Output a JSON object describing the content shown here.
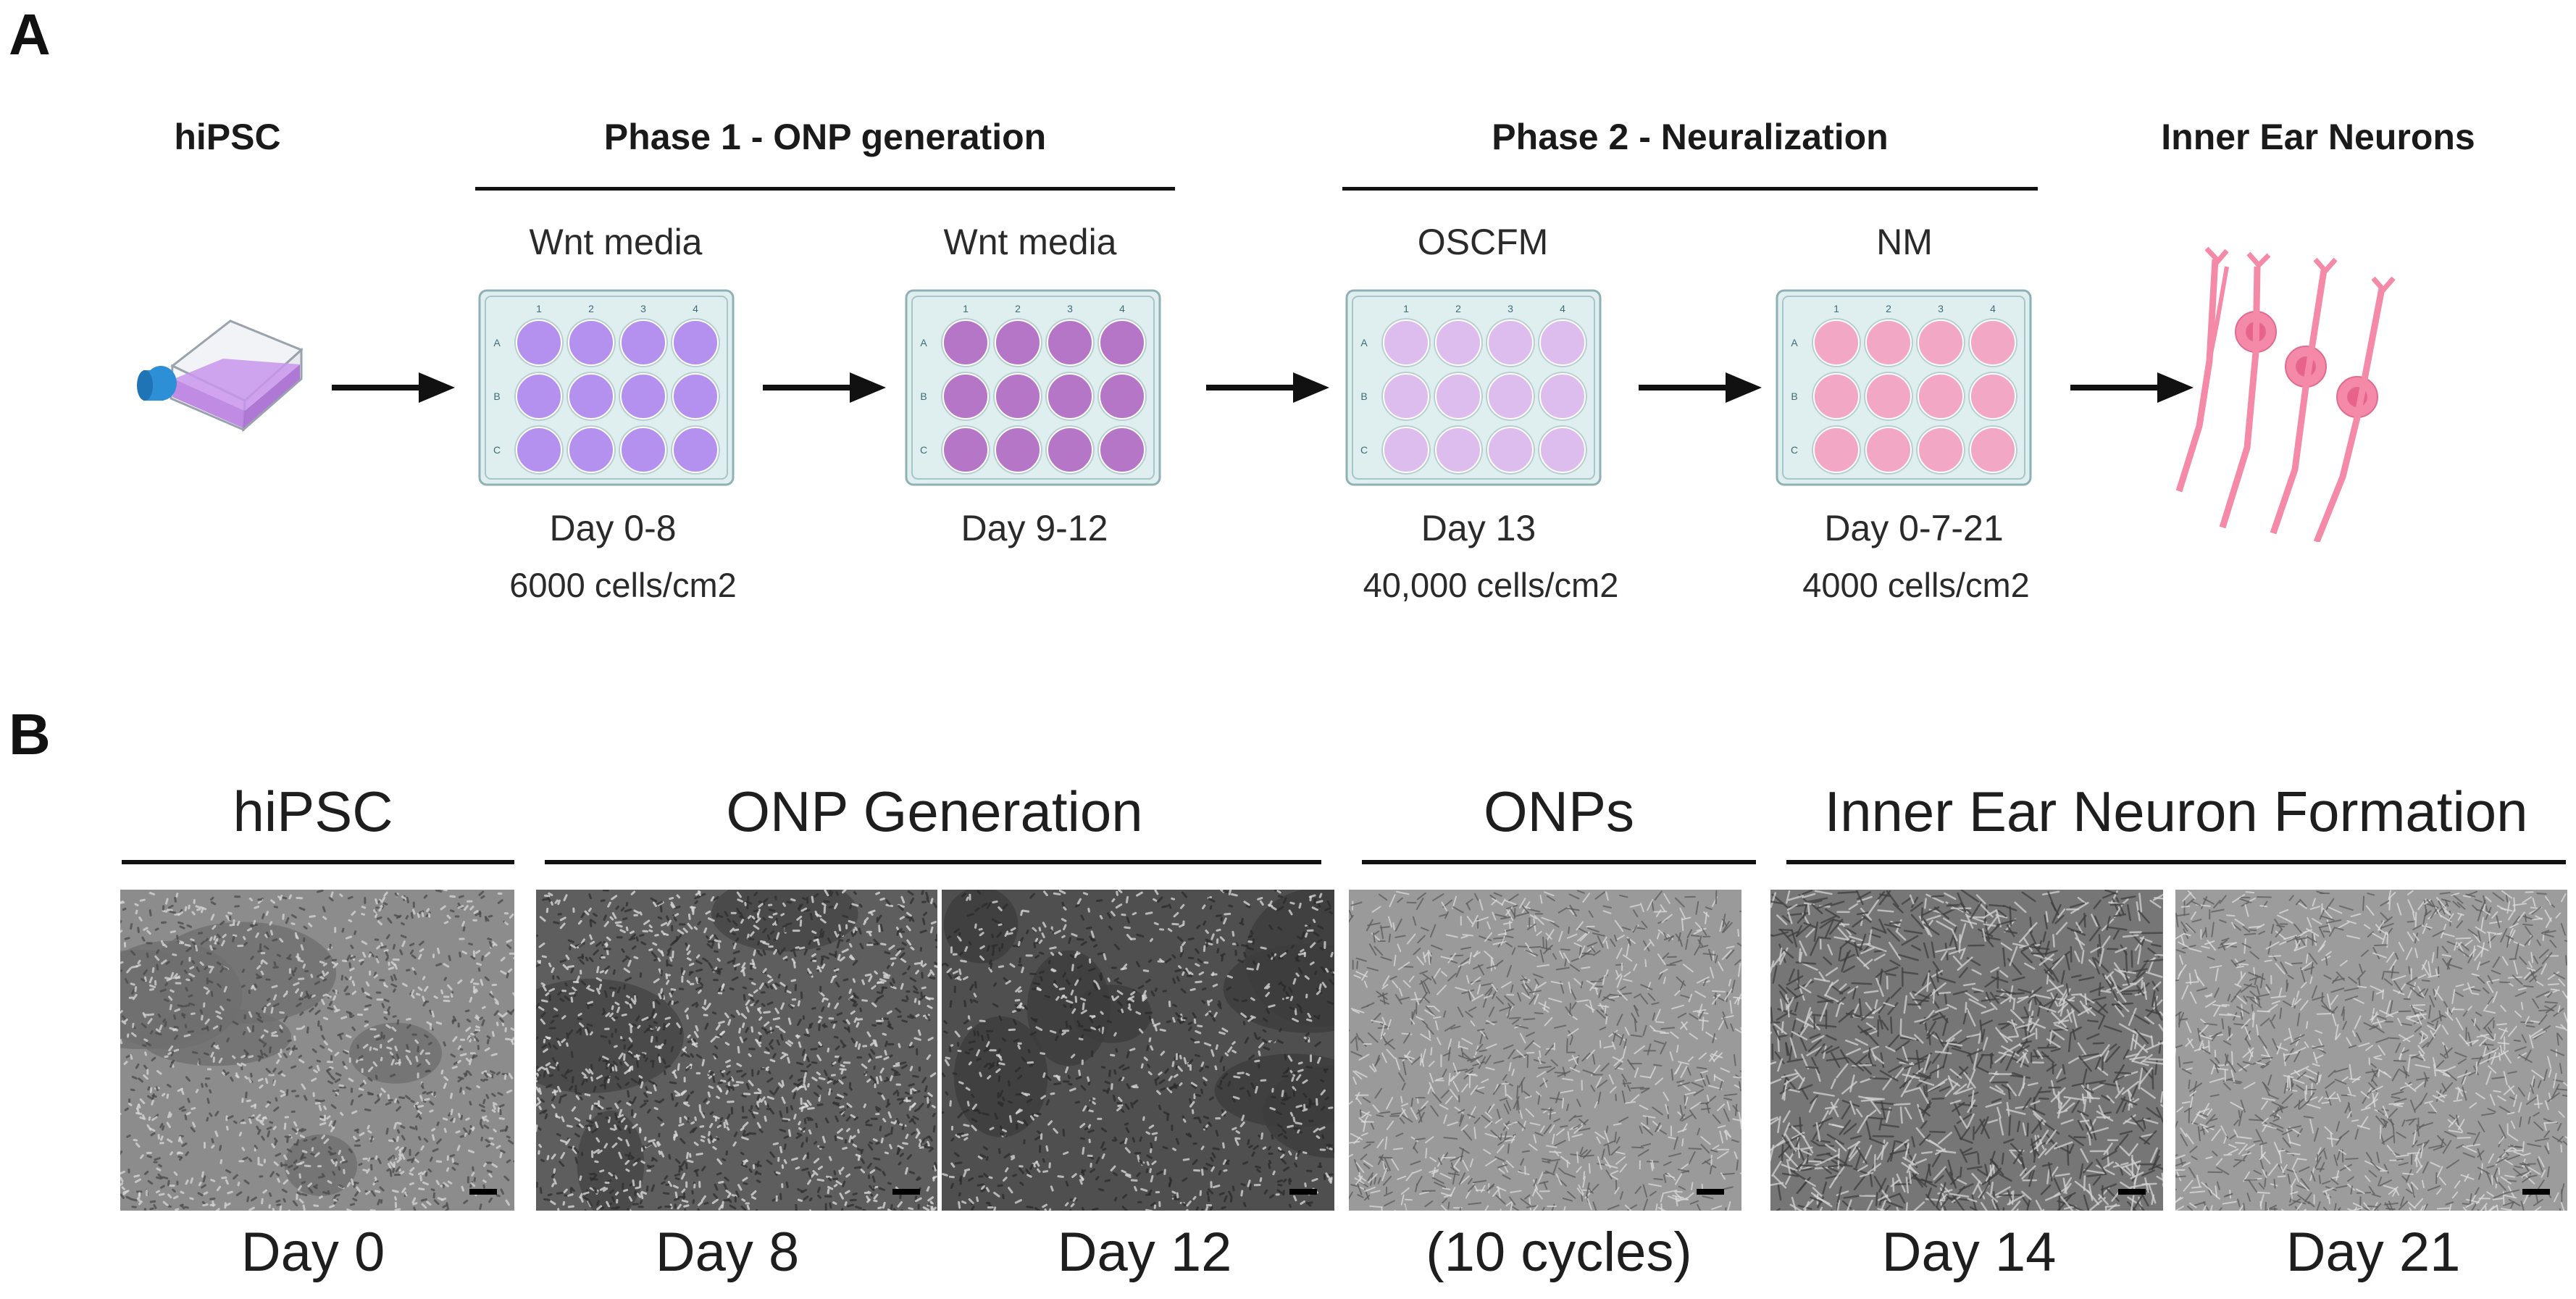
{
  "panel_a": {
    "letter": "A",
    "start_label": "hiPSC",
    "phase1_title": "Phase 1 - ONP generation",
    "phase2_title": "Phase 2 - Neuralization",
    "end_label": "Inner Ear Neurons",
    "plates": [
      {
        "media": "Wnt media",
        "day": "Day 0-8",
        "cells": "6000 cells/cm2",
        "well_color": "#b48ef0"
      },
      {
        "media": "Wnt media",
        "day": "Day 9-12",
        "cells": "",
        "well_color": "#b572c8"
      },
      {
        "media": "OSCFM",
        "day": "Day 13",
        "cells": "40,000 cells/cm2",
        "well_color": "#e0bdf0"
      },
      {
        "media": "NM",
        "day": "Day 0-7-21",
        "cells": "4000 cells/cm2",
        "well_color": "#f6a6c4"
      }
    ],
    "plate_cols": [
      "1",
      "2",
      "3",
      "4"
    ],
    "plate_rows": [
      "A",
      "B",
      "C"
    ],
    "colors": {
      "flask_liquid": "#b97ee0",
      "flask_cap": "#2d8fd6",
      "neuron": "#f48aa8",
      "plate_frame": "#dfeff0"
    }
  },
  "panel_b": {
    "letter": "B",
    "groups": [
      "hiPSC",
      "ONP Generation",
      "ONPs",
      "Inner Ear Neuron Formation"
    ],
    "images": [
      "Day 0",
      "Day 8",
      "Day 12",
      "(10 cycles)",
      "Day 14",
      "Day 21"
    ]
  }
}
